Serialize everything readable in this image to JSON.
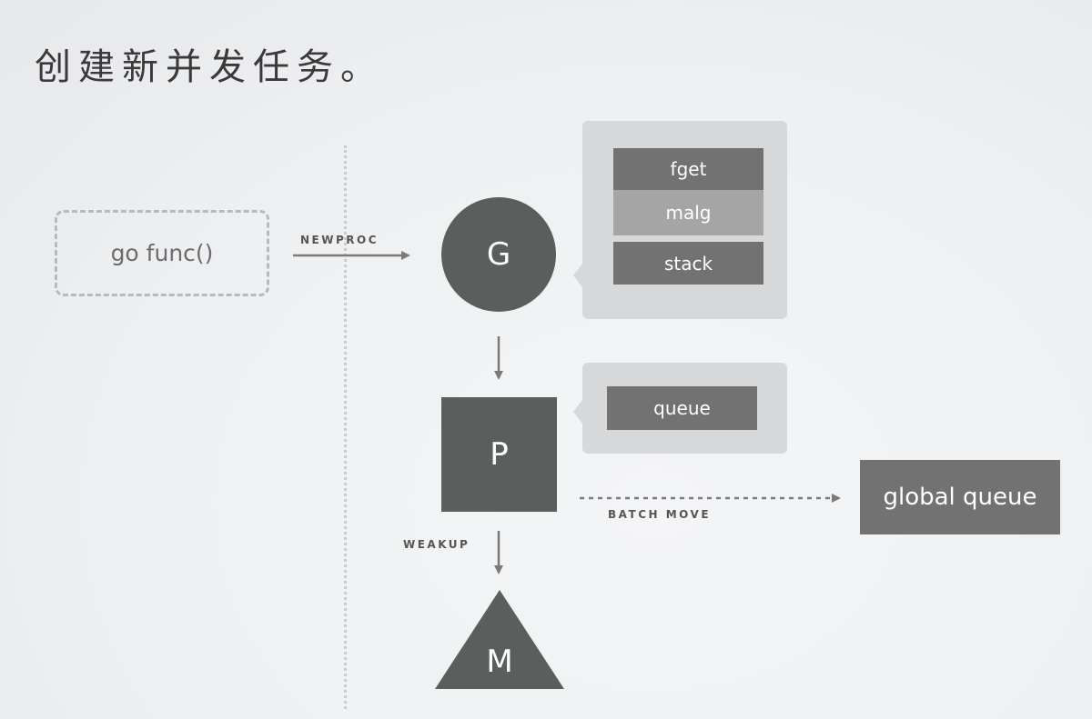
{
  "title": "创建新并发任务。",
  "source_node": {
    "label": "go func()"
  },
  "edges": {
    "newproc": "NEWPROC",
    "weakup": "WEAKUP",
    "batch_move": "BATCH MOVE"
  },
  "nodes": {
    "g": "G",
    "p": "P",
    "m": "M",
    "global_queue": "global queue"
  },
  "g_callout": {
    "items": [
      "fget",
      "malg",
      "stack"
    ]
  },
  "p_callout": {
    "items": [
      "queue"
    ]
  },
  "colors": {
    "node": "#5a5e5c",
    "slot_dark": "#727272",
    "slot_light": "#a5a5a5",
    "callout_bg": "#d7d8d9",
    "arrow": "#7a7a7a"
  }
}
